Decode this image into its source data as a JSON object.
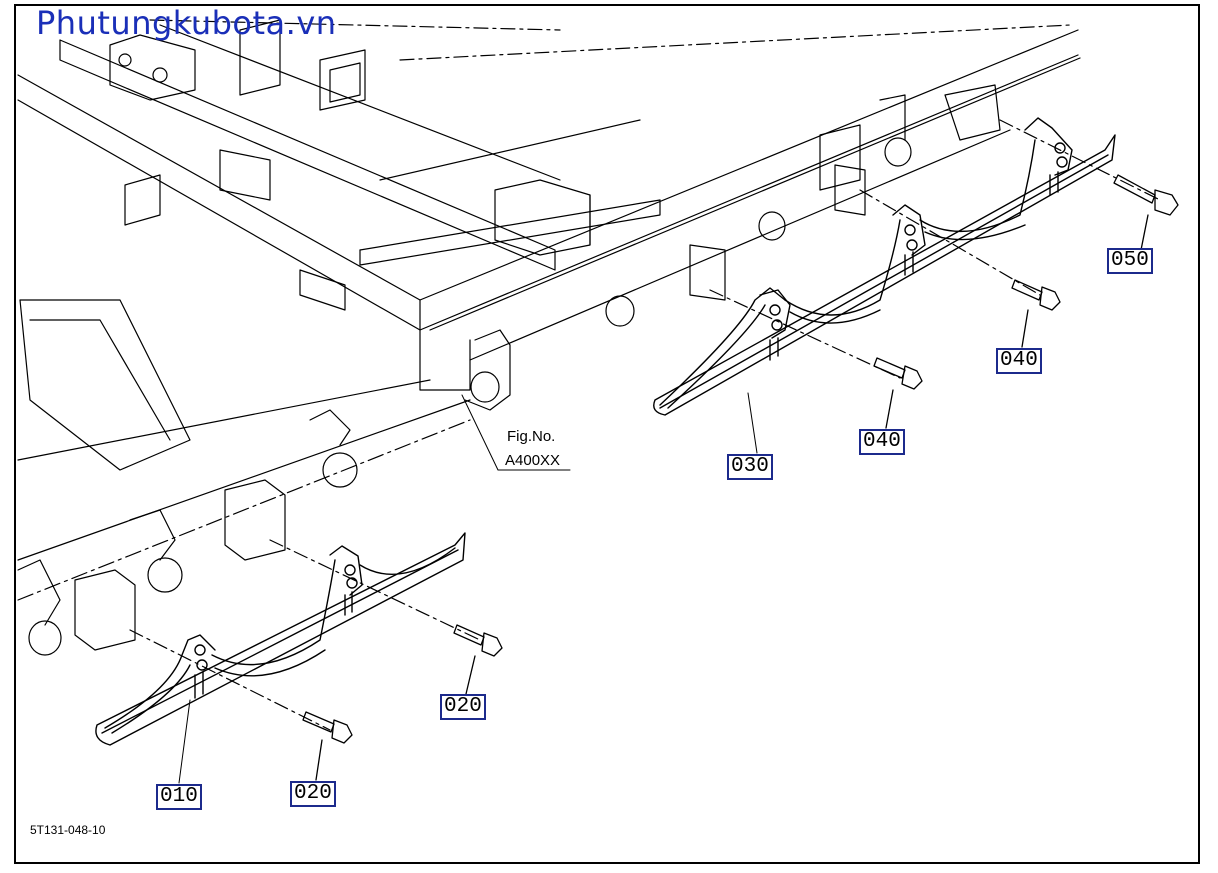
{
  "watermark": "Phutungkubota.vn",
  "drawing_code": "5T131-048-10",
  "figure_reference": {
    "line1": "Fig.No.",
    "line2": "A400XX"
  },
  "callouts": {
    "c010": "010",
    "c020a": "020",
    "c020b": "020",
    "c030": "030",
    "c040a": "040",
    "c040b": "040",
    "c050": "050"
  },
  "colors": {
    "watermark": "#1a2fb8",
    "callout_border": "#1c2a8c",
    "line": "#000000"
  }
}
